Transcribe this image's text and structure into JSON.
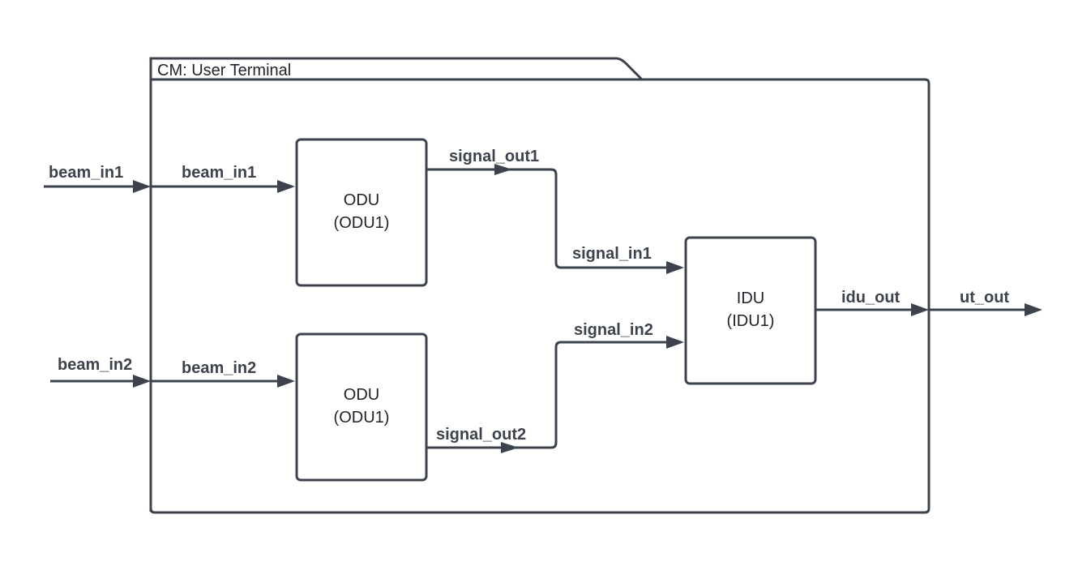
{
  "container": {
    "title": "CM: User Terminal"
  },
  "blocks": {
    "odu_top": {
      "name": "ODU",
      "instance": "(ODU1)"
    },
    "odu_bottom": {
      "name": "ODU",
      "instance": "(ODU1)"
    },
    "idu": {
      "name": "IDU",
      "instance": "(IDU1)"
    }
  },
  "ports": {
    "ext_beam_in1": "beam_in1",
    "ext_beam_in2": "beam_in2",
    "ext_ut_out": "ut_out",
    "int_beam_in1": "beam_in1",
    "int_beam_in2": "beam_in2",
    "signal_out1": "signal_out1",
    "signal_out2": "signal_out2",
    "signal_in1": "signal_in1",
    "signal_in2": "signal_in2",
    "idu_out": "idu_out"
  },
  "colors": {
    "stroke": "#3d434d",
    "text": "#1f2329",
    "background": "#ffffff"
  }
}
